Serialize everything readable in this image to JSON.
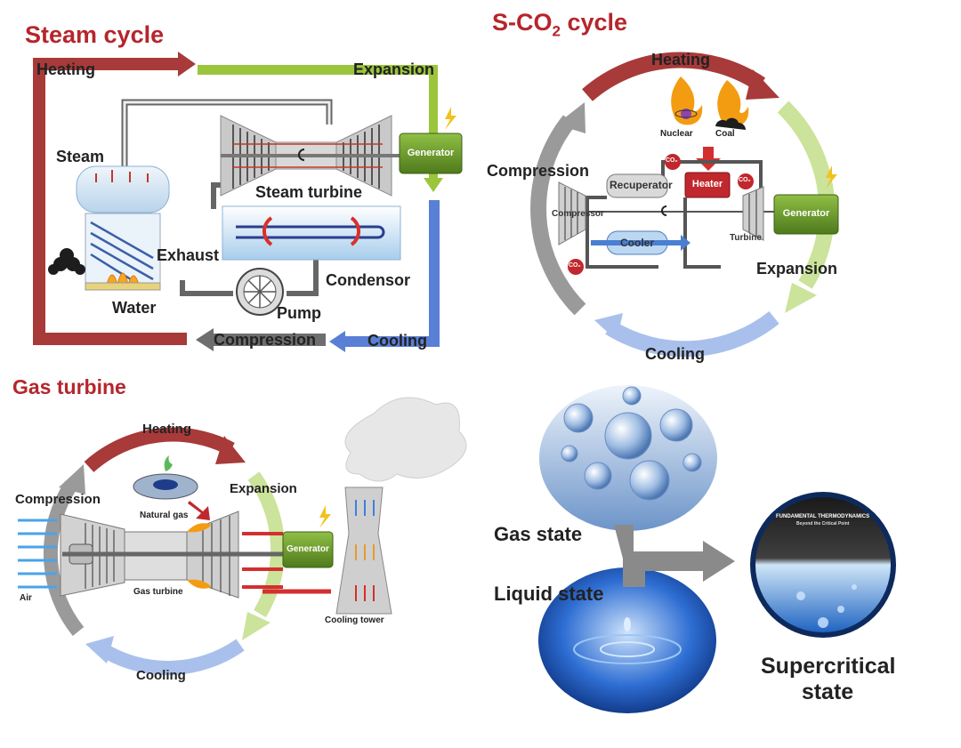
{
  "panels": {
    "steam_cycle": {
      "title": "Steam cycle",
      "arrows": {
        "heating": "Heating",
        "expansion": "Expansion",
        "cooling": "Cooling",
        "compression": "Compression"
      },
      "components": {
        "steam": "Steam",
        "steam_turbine": "Steam turbine",
        "generator": "Generator",
        "exhaust": "Exhaust",
        "water": "Water",
        "condensor": "Condensor",
        "pump": "Pump"
      }
    },
    "sco2_cycle": {
      "title_main": "S-CO",
      "title_sub": "2",
      "title_end": " cycle",
      "arrows": {
        "heating": "Heating",
        "expansion": "Expansion",
        "cooling": "Cooling",
        "compression": "Compression"
      },
      "components": {
        "nuclear": "Nuclear",
        "coal": "Coal",
        "recuperator": "Recuperator",
        "heater": "Heater",
        "compressor": "Compressor",
        "cooler": "Cooler",
        "generator": "Generator",
        "turbine": "Turbine",
        "co2_tag": "CO₂"
      }
    },
    "gas_turbine": {
      "title": "Gas turbine",
      "arrows": {
        "heating": "Heating",
        "expansion": "Expansion",
        "cooling": "Cooling",
        "compression": "Compression"
      },
      "components": {
        "natural_gas": "Natural gas",
        "air": "Air",
        "gas_turbine": "Gas turbine",
        "generator": "Generator",
        "cooling_tower": "Cooling tower"
      }
    },
    "states": {
      "gas_state": "Gas state",
      "liquid_state": "Liquid state",
      "supercritical_line1": "Supercritical",
      "supercritical_line2": "state",
      "book_title": "FUNDAMENTAL THERMODYNAMICS",
      "book_subtitle": "Beyond the Critical Point"
    }
  },
  "colors": {
    "title_red": "#b5262c",
    "heating_red": "#a83a3a",
    "expansion_green": "#9bc53d",
    "cooling_blue": "#5a7fd6",
    "compression_gray": "#8a8a8a",
    "generator_green": "#6f9a2b"
  }
}
